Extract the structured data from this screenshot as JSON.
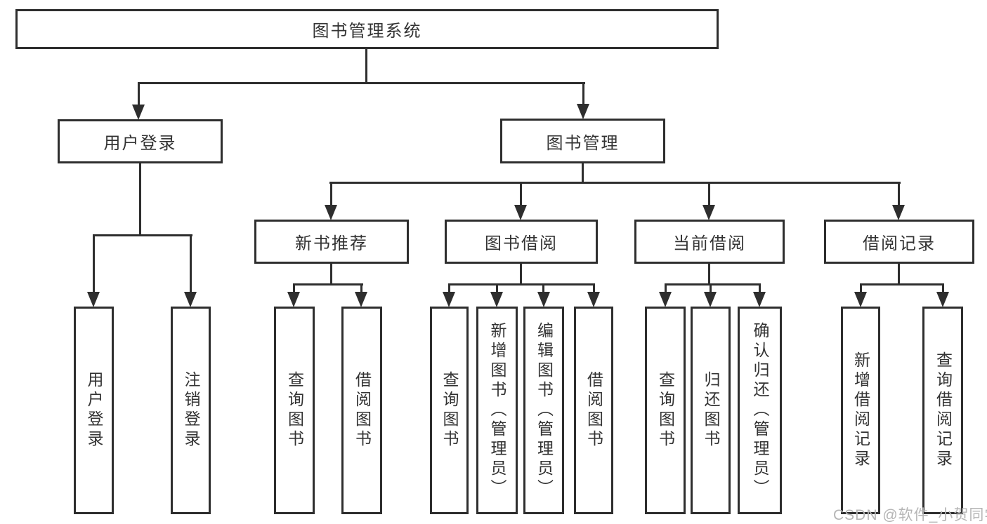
{
  "diagram": {
    "title": "图书管理系统",
    "root": "图书管理系统",
    "level2": [
      "用户登录",
      "图书管理"
    ],
    "level3": [
      "新书推荐",
      "图书借阅",
      "当前借阅",
      "借阅记录"
    ],
    "leaves": {
      "user_login": [
        "用户登录",
        "注销登录"
      ],
      "new_book_recommendation": [
        "查询图书",
        "借阅图书"
      ],
      "book_borrowing": [
        "查询图书",
        "新增图书（管理员）",
        "编辑图书（管理员）",
        "借阅图书"
      ],
      "current_borrowing": [
        "查询图书",
        "归还图书",
        "确认归还（管理员）"
      ],
      "borrowing_records": [
        "新增借阅记录",
        "查询借阅记录"
      ]
    },
    "watermark": "CSDN @软件_小贺同学",
    "colors": {
      "line": "#2e2e2e",
      "text": "#333333",
      "box_background": "#ffffff",
      "page_background": "#ffffff",
      "watermark": "#b5b5b5"
    }
  }
}
